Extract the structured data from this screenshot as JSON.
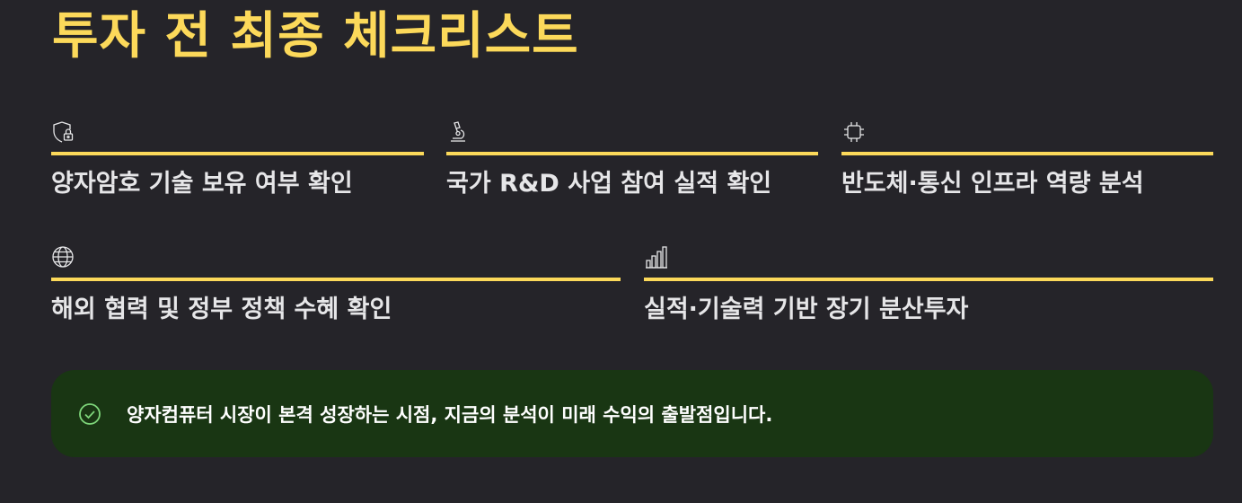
{
  "header": {
    "title": "투자 전 최종 체크리스트"
  },
  "checklist": [
    {
      "icon": "shield-lock-icon",
      "label": "양자암호 기술 보유 여부 확인"
    },
    {
      "icon": "microscope-icon",
      "label": "국가 R&D 사업 참여 실적 확인"
    },
    {
      "icon": "chip-icon",
      "label": "반도체·통신 인프라 역량 분석"
    },
    {
      "icon": "globe-icon",
      "label": "해외 협력 및 정부 정책 수혜 확인"
    },
    {
      "icon": "bar-chart-icon",
      "label": "실적·기술력 기반 장기 분산투자"
    }
  ],
  "banner": {
    "icon": "check-circle-icon",
    "message": "양자컴퓨터 시장이 본격 성장하는 시점, 지금의 분석이 미래 수익의 출발점입니다."
  },
  "colors": {
    "background": "#252429",
    "accent": "#fcd95a",
    "banner_bg": "#193613",
    "check": "#7ed67a"
  }
}
